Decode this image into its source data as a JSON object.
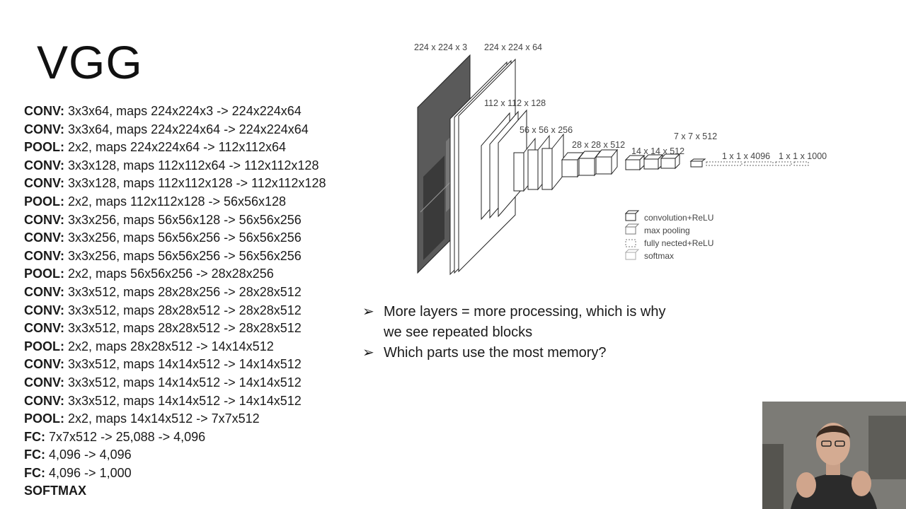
{
  "slide": {
    "title": "VGG"
  },
  "layers": [
    {
      "type": "CONV:",
      "desc": "3x3x64, maps 224x224x3 -> 224x224x64"
    },
    {
      "type": "CONV:",
      "desc": "3x3x64, maps 224x224x64 -> 224x224x64"
    },
    {
      "type": "POOL:",
      "desc": "2x2, maps 224x224x64 -> 112x112x64"
    },
    {
      "type": "CONV:",
      "desc": "3x3x128, maps 112x112x64 -> 112x112x128"
    },
    {
      "type": "CONV:",
      "desc": "3x3x128, maps 112x112x128 -> 112x112x128"
    },
    {
      "type": "POOL:",
      "desc": "2x2, maps 112x112x128 -> 56x56x128"
    },
    {
      "type": "CONV:",
      "desc": "3x3x256, maps 56x56x128 -> 56x56x256"
    },
    {
      "type": "CONV:",
      "desc": "3x3x256, maps 56x56x256 -> 56x56x256"
    },
    {
      "type": "CONV:",
      "desc": "3x3x256, maps 56x56x256 -> 56x56x256"
    },
    {
      "type": "POOL:",
      "desc": "2x2, maps 56x56x256 -> 28x28x256"
    },
    {
      "type": "CONV:",
      "desc": "3x3x512, maps 28x28x256 -> 28x28x512"
    },
    {
      "type": "CONV:",
      "desc": "3x3x512, maps 28x28x512 -> 28x28x512"
    },
    {
      "type": "CONV:",
      "desc": "3x3x512, maps 28x28x512 -> 28x28x512"
    },
    {
      "type": "POOL:",
      "desc": "2x2, maps 28x28x512 -> 14x14x512"
    },
    {
      "type": "CONV:",
      "desc": "3x3x512, maps 14x14x512 -> 14x14x512"
    },
    {
      "type": "CONV:",
      "desc": "3x3x512, maps 14x14x512 -> 14x14x512"
    },
    {
      "type": "CONV:",
      "desc": "3x3x512, maps 14x14x512 -> 14x14x512"
    },
    {
      "type": "POOL:",
      "desc": "2x2, maps 14x14x512 -> 7x7x512"
    },
    {
      "type": "FC:",
      "desc": "7x7x512 -> 25,088 -> 4,096"
    },
    {
      "type": "FC:",
      "desc": "4,096 -> 4,096"
    },
    {
      "type": "FC:",
      "desc": "4,096 -> 1,000"
    },
    {
      "type": "SOFTMAX",
      "desc": ""
    }
  ],
  "diagram": {
    "labels": {
      "input": "224 x 224 x 3",
      "conv1": "224 x 224 x 64",
      "conv2": "112 x 112 x 128",
      "conv3": "56 x 56 x 256",
      "conv4": "28 x 28 x 512",
      "conv5": "14 x 14 x 512",
      "pool5": "7 x 7 x 512",
      "fc": "1 x 1 x 4096",
      "out": "1 x 1 x 1000"
    },
    "legend": [
      "convolution+ReLU",
      "max pooling",
      "fully nected+ReLU",
      "softmax"
    ]
  },
  "bullets": [
    "More layers = more processing, which is why we see repeated blocks",
    "Which parts use the most memory?"
  ],
  "bullet_glyph": "➢"
}
